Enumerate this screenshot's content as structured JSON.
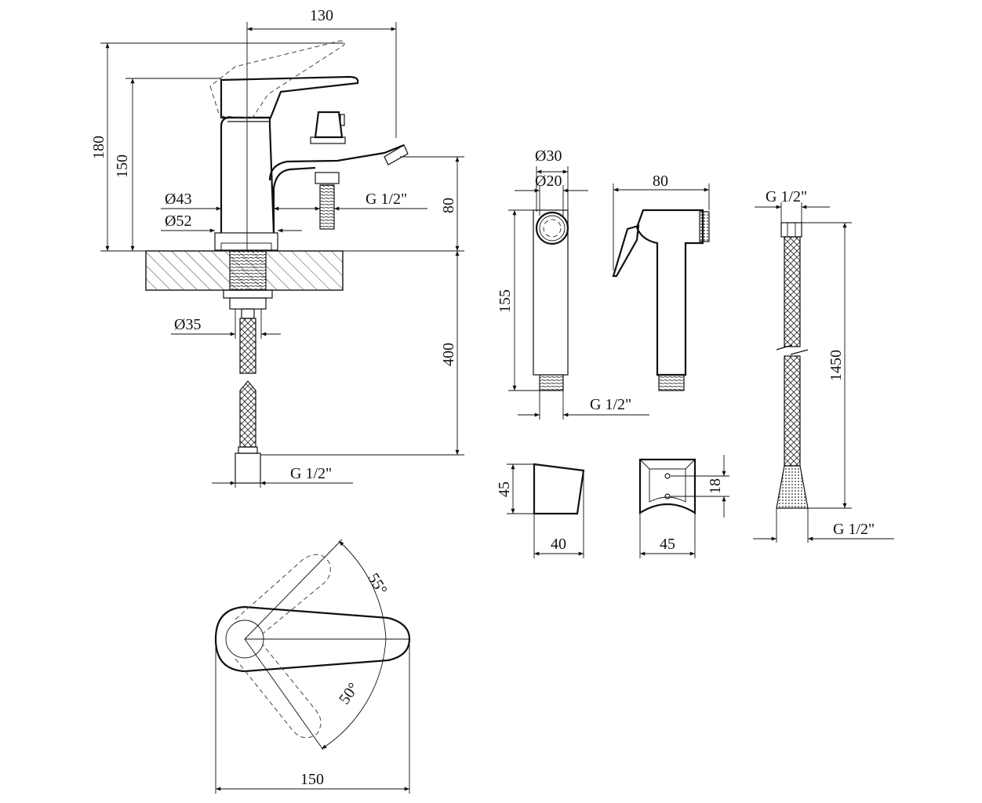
{
  "dimensions": {
    "mixer_width": "130",
    "mixer_height_total": "180",
    "mixer_height_body": "150",
    "diameter_43": "Ø43",
    "diameter_52": "Ø52",
    "spout_thread": "G 1/2\"",
    "spout_height": "80",
    "diameter_35": "Ø35",
    "supply_hose_length": "400",
    "supply_hose_thread": "G 1/2\"",
    "shower_diameter_30": "Ø30",
    "shower_diameter_20": "Ø20",
    "shower_length": "155",
    "shower_thread": "G 1/2\"",
    "shower_width": "80",
    "hose_thread_top": "G 1/2\"",
    "hose_length": "1450",
    "hose_thread_bottom": "G 1/2\"",
    "holder_height": "45",
    "holder_depth": "40",
    "holder_front_width": "45",
    "holder_hole_spacing": "18",
    "lever_angle_back": "55°",
    "lever_angle_front": "50°",
    "top_view_length": "150"
  }
}
